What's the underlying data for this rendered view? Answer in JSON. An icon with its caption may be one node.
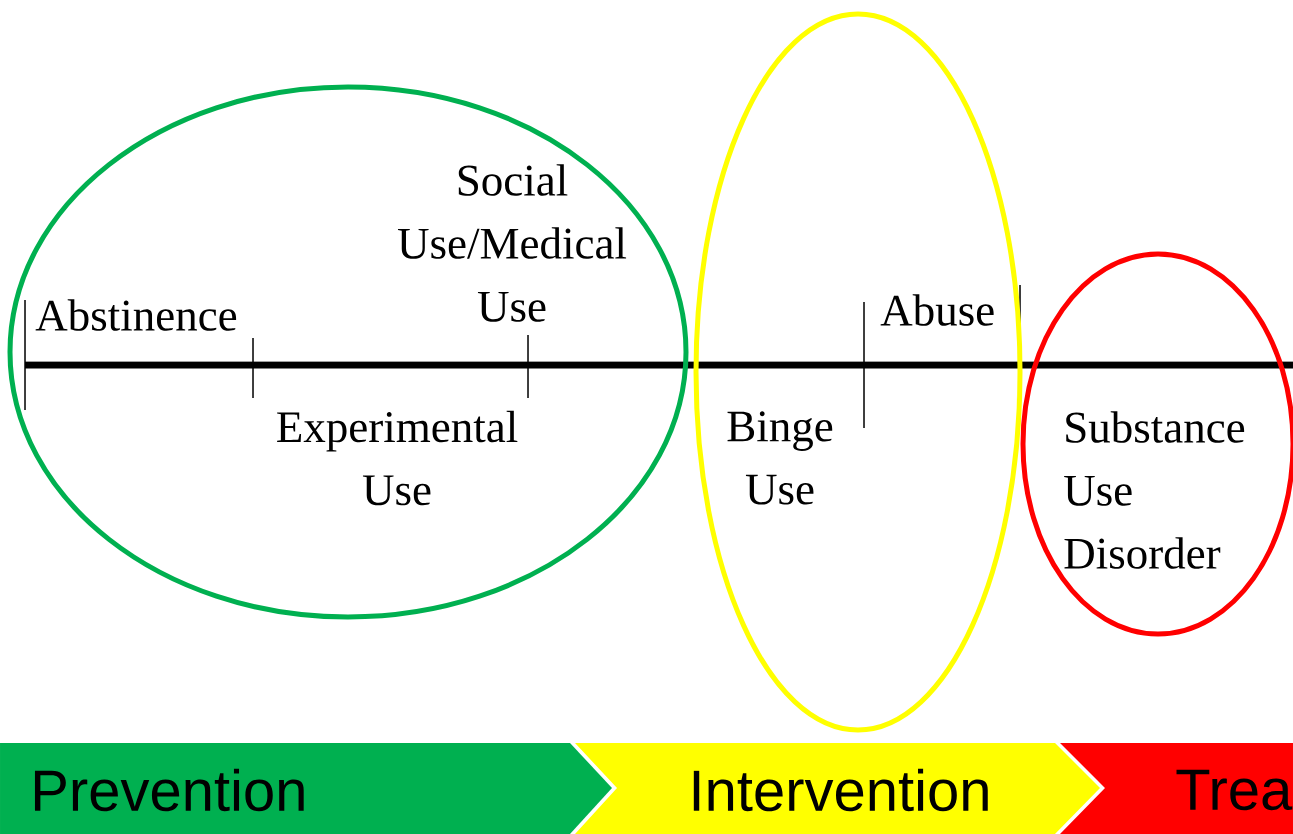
{
  "diagram": {
    "nodes": [
      {
        "text": [
          "Abstinence",
          "Social Use/Medical Use",
          "Experimental Use"
        ]
      },
      {
        "text": [
          "Abuse",
          "Binge Use"
        ]
      },
      {
        "text": [
          "Substance Use Disorder"
        ]
      },
      {
        "text": [
          "Prevention"
        ]
      },
      {
        "text": [
          "Intervention"
        ]
      },
      {
        "text": [
          "Trea"
        ]
      }
    ]
  }
}
